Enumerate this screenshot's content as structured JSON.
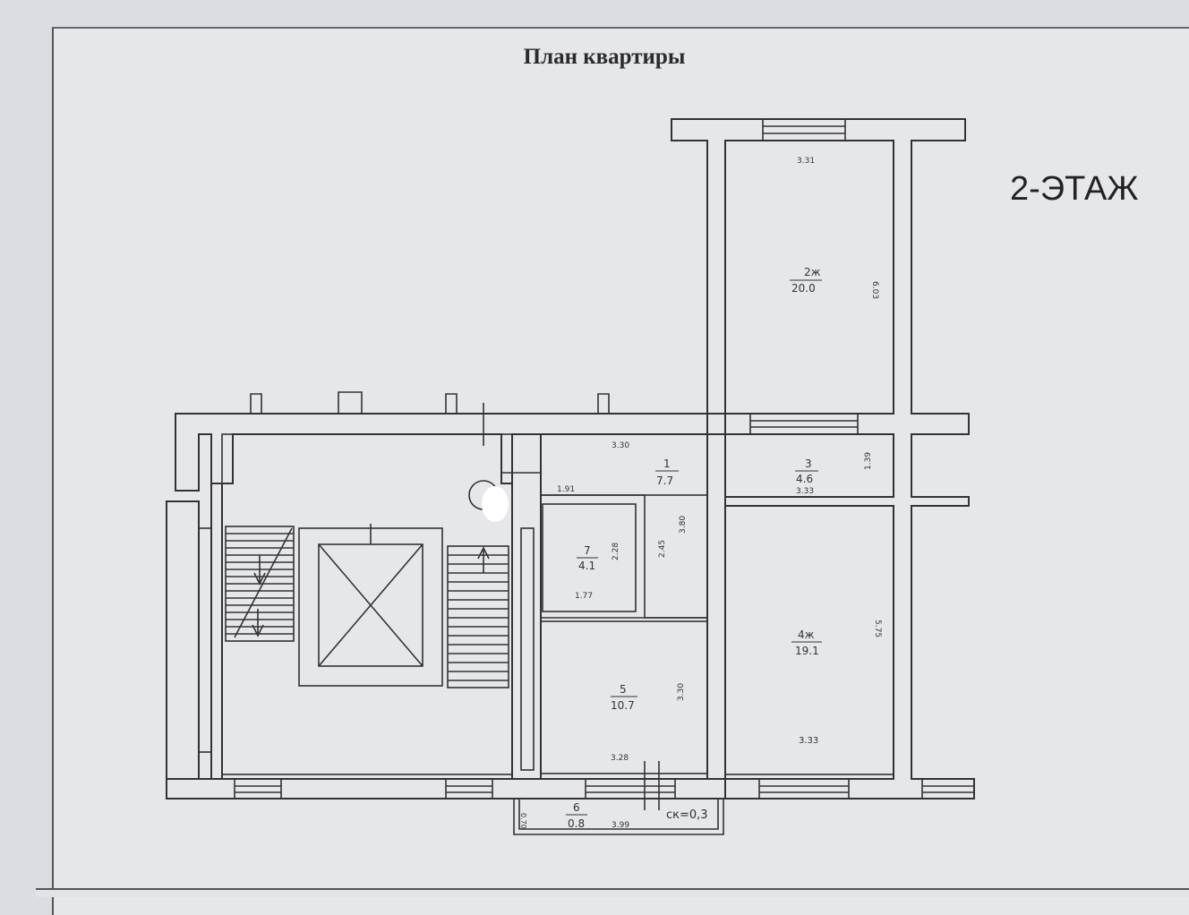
{
  "title": "План квартиры",
  "floor_label": "2-ЭТАЖ",
  "rooms": [
    {
      "number": "1",
      "area": "7.7"
    },
    {
      "number": "2ж",
      "area": "20.0"
    },
    {
      "number": "3",
      "area": "4.6"
    },
    {
      "number": "4ж",
      "area": "19.1"
    },
    {
      "number": "5",
      "area": "10.7"
    },
    {
      "number": "6",
      "area": "0.8"
    },
    {
      "number": "7",
      "area": "4.1"
    }
  ],
  "dimensions": {
    "room2_width": "3.31",
    "room2_length": "6.03",
    "room1_width": "3.30",
    "room1_inner": "1.91",
    "room1_length": "3.80",
    "room1_side": "2.45",
    "room3_width": "3.33",
    "room3_length": "1.39",
    "room4_length": "5.75",
    "room4_width": "3.33",
    "room7_height": "2.28",
    "room7_width": "1.77",
    "room5_length": "3.30",
    "room5_width": "3.28",
    "balcony_width": "3.99",
    "balcony_depth": "0.70",
    "ceiling_note": "ск=0,3"
  }
}
